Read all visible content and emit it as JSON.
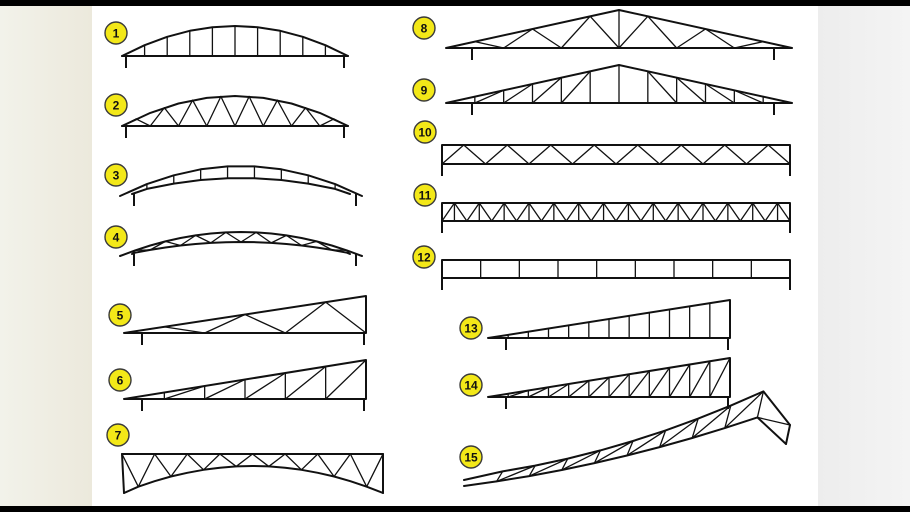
{
  "trusses": [
    {
      "label": "1",
      "form": "bowstring",
      "web": "vertical",
      "panels": 10
    },
    {
      "label": "2",
      "form": "bowstring",
      "web": "warren",
      "panels": 8
    },
    {
      "label": "3",
      "form": "arch",
      "web": "vertical",
      "panels": 9
    },
    {
      "label": "4",
      "form": "arch",
      "web": "warren",
      "panels": 16
    },
    {
      "label": "5",
      "form": "mono-pitch",
      "web": "fink",
      "panels": 6
    },
    {
      "label": "6",
      "form": "mono-pitch",
      "web": "howe",
      "panels": 6
    },
    {
      "label": "7",
      "form": "scissor",
      "web": "warren",
      "panels": 16
    },
    {
      "label": "8",
      "form": "gable",
      "web": "fan",
      "panels": 12
    },
    {
      "label": "9",
      "form": "gable",
      "web": "howe",
      "panels": 12
    },
    {
      "label": "10",
      "form": "flat",
      "web": "warren",
      "panels": 8
    },
    {
      "label": "11",
      "form": "flat",
      "web": "warren-vertical",
      "panels": 14
    },
    {
      "label": "12",
      "form": "flat",
      "web": "vierendeel",
      "panels": 9
    },
    {
      "label": "13",
      "form": "mono-pitch",
      "web": "vertical",
      "panels": 12
    },
    {
      "label": "14",
      "form": "mono-pitch",
      "web": "howe",
      "panels": 12
    },
    {
      "label": "15",
      "form": "curved-cantilever",
      "web": "warren",
      "panels": 10
    }
  ],
  "colors": {
    "badge": "#f3e818",
    "line": "#111111",
    "sheet": "#ffffff"
  }
}
